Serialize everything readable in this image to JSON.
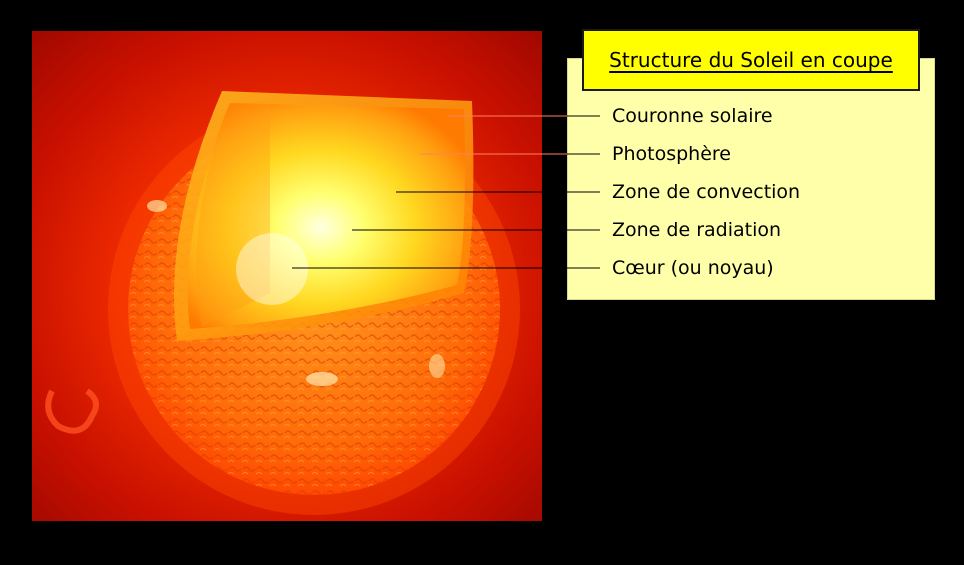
{
  "diagram": {
    "title": "Structure du Soleil en coupe",
    "layers": [
      {
        "label": "Couronne solaire"
      },
      {
        "label": "Photosphère"
      },
      {
        "label": "Zone de convection"
      },
      {
        "label": "Zone de radiation"
      },
      {
        "label": "Cœur (ou noyau)"
      }
    ]
  },
  "colors": {
    "background": "#000000",
    "title_fill": "#ffff00",
    "legend_fill": "#ffffaa",
    "sun_outer": "#ff3a00",
    "sun_core": "#ffff80",
    "leader_line": "#000000",
    "leader_line_on_sun": "#ff8060"
  }
}
